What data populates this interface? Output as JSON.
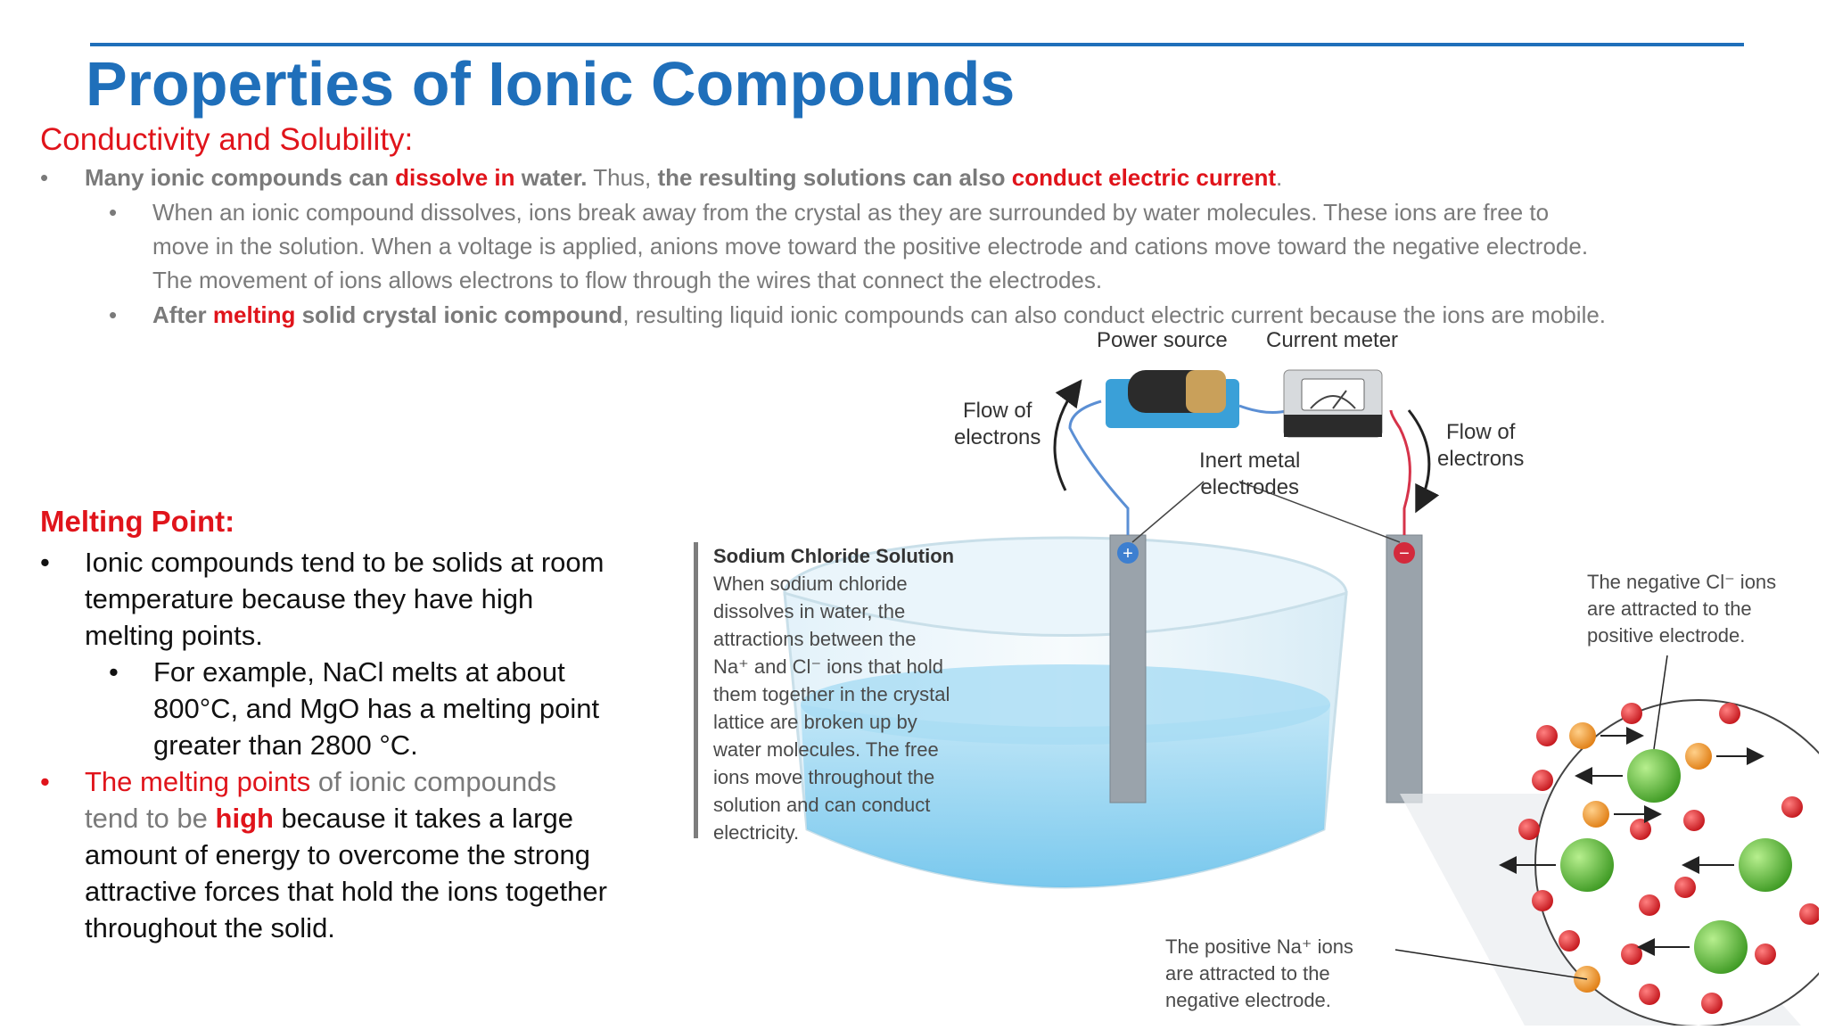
{
  "title": "Properties of Ionic Compounds",
  "section1": {
    "heading": "Conductivity and Solubility:",
    "bullet1": {
      "a": "Many ionic compounds can ",
      "b": "dissolve in",
      "c": " water.",
      "d": " Thus, ",
      "e": "the resulting solutions can also ",
      "f": "conduct electric current",
      "g": "."
    },
    "sub1": {
      "line1": "When an ionic compound dissolves, ions break away from the crystal as they are surrounded by water molecules. These ions are free to",
      "line2": "move in the solution. When a voltage is applied, anions move toward the positive electrode and cations move toward the negative electrode.",
      "line3": "The movement of ions allows electrons to flow through the wires that connect the electrodes."
    },
    "sub2": {
      "a": "After ",
      "b": "melting",
      "c": " solid crystal ionic compound",
      "d": ", resulting liquid ionic compounds can also conduct electric current because the ions are mobile."
    }
  },
  "section2": {
    "heading": "Melting Point:",
    "bullet1": {
      "line1": "Ionic compounds tend to be solids at room",
      "line2": "temperature because they have high",
      "line3": "melting points."
    },
    "sub1": {
      "line1": "For example, NaCl melts at about",
      "line2": "800°C, and MgO has a melting point",
      "line3": "greater than 2800 °C."
    },
    "bullet2": {
      "a": "The melting points",
      "b": " of ionic compounds",
      "c": "tend to be ",
      "d": "high",
      "e": " because it takes a large",
      "line3": "amount of energy to overcome the strong",
      "line4": "attractive forces that hold the ions together",
      "line5": "throughout the solid."
    }
  },
  "figure": {
    "power_source": "Power source",
    "current_meter": "Current meter",
    "flow_left": [
      "Flow of",
      "electrons"
    ],
    "flow_right": [
      "Flow of",
      "electrons"
    ],
    "electrodes": [
      "Inert metal",
      "electrodes"
    ],
    "box_title": "Sodium Chloride Solution",
    "box_lines": [
      "When sodium chloride",
      "dissolves in water, the",
      "attractions between the",
      "Na⁺ and Cl⁻ ions that hold",
      "them together in the crystal",
      "lattice are broken up by",
      "water molecules. The free",
      "ions move throughout the",
      "solution and can conduct",
      "electricity."
    ],
    "neg_label": [
      "The negative Cl⁻ ions",
      "are attracted to the",
      "positive electrode."
    ],
    "pos_label": [
      "The positive Na⁺ ions",
      "are attracted to the",
      "negative electrode."
    ],
    "plus_sign": "+",
    "minus_sign": "−"
  },
  "colors": {
    "title": "#1f6fba",
    "accent_red": "#e0141b",
    "grey_text": "#7a7a7a"
  }
}
